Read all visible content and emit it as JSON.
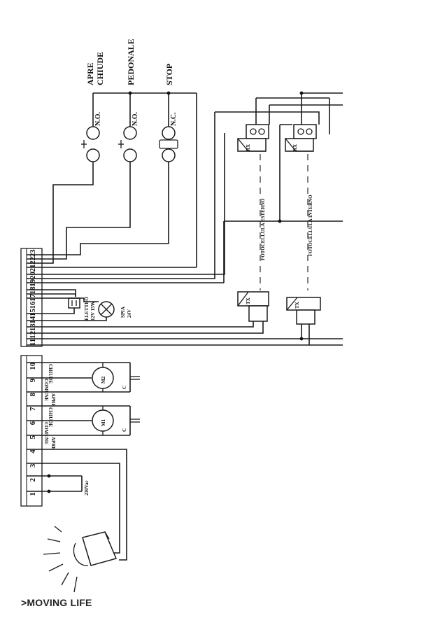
{
  "buttons": {
    "open_label": "APRE",
    "close_label": "CHIUDE",
    "pedestrian_label": "PEDONALE",
    "stop_label": "STOP",
    "open_contact": "N.O.",
    "pedestrian_contact": "N.O.",
    "stop_contact": "N.C."
  },
  "photocells": {
    "external_label": "FOTOCELLULA ESTERNO",
    "internal_label": "FOTOCELLULA INTERNO",
    "rx": "RX",
    "tx": "TX"
  },
  "devices": {
    "electrolock": "ELETTRO",
    "electrolock_rating": "12V 15W",
    "lamp": "SPIA",
    "lamp_rating": "24V",
    "power": "230Vac"
  },
  "motors": {
    "m1": "M1",
    "m2": "M2",
    "capacitor": "C",
    "open": "APRE",
    "common": "COMUNE",
    "close": "CHIUDE"
  },
  "terminals": {
    "block_low": [
      "1",
      "2",
      "3",
      "4",
      "5",
      "6",
      "7",
      "8",
      "9",
      "10"
    ],
    "block_high": [
      "11",
      "12",
      "13",
      "14",
      "15",
      "16",
      "17",
      "18",
      "19",
      "20",
      "21",
      "22",
      "23"
    ]
  },
  "brand": ">MOVING LIFE"
}
